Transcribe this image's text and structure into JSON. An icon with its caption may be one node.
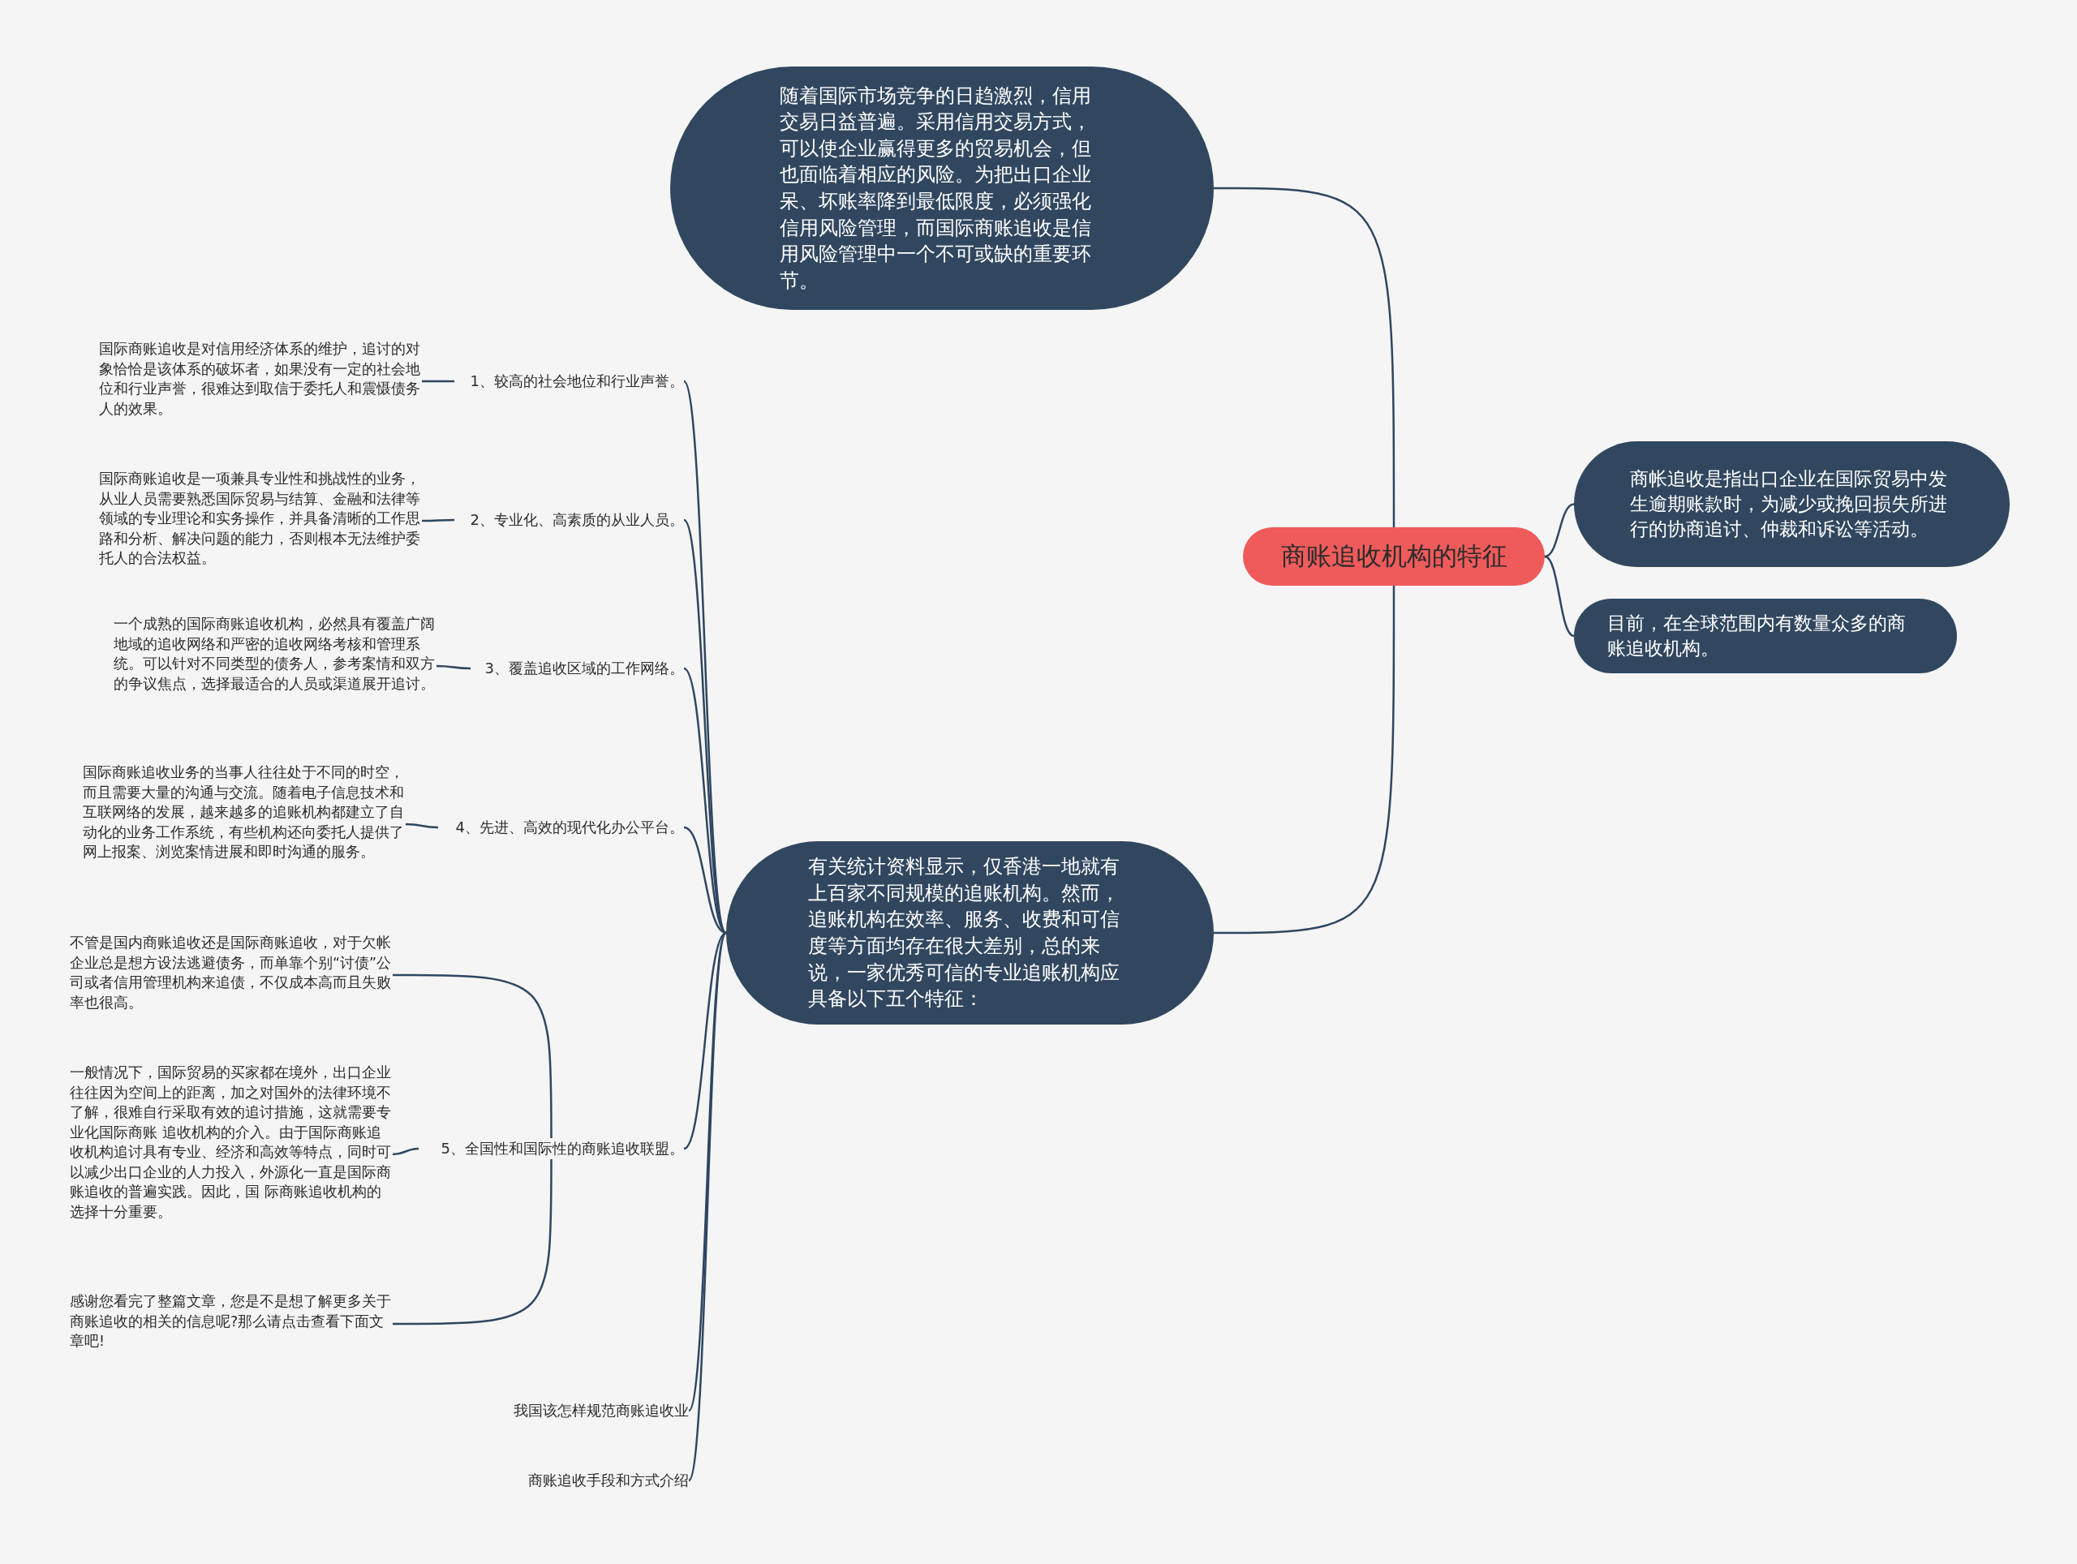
{
  "diagram": {
    "nodes": [
      {
        "text": [
          "商账追收机构的特征"
        ]
      },
      {
        "text": [
          "随着国际市场竞争的日趋激烈，信用交易日益普遍。采用信用交易方式，可以使企业赢得更多的贸易机会，但也面临着相应的风险。为把出口企业呆、坏账率降到最低限度，必须强化信用风险管理，而国际商账追收是信用风险管理中一个不可或缺的重要环节。"
        ]
      },
      {
        "text": [
          "商帐追收是指出口企业在国际贸易中发生逾期账款时，为减少或挽回损失所进行的协商追讨、仲裁和诉讼等活动。"
        ]
      },
      {
        "text": [
          "目前，在全球范围内有数量众多的商账追收机构。"
        ]
      },
      {
        "text": [
          "有关统计资料显示，仅香港一地就有上百家不同规模的追账机构。然而，追账机构在效率、服务、收费和可信度等方面均存在很大差别，总的来说，一家优秀可信的专业追账机构应具备以下五个特征："
        ]
      },
      {
        "text": [
          "1、较高的社会地位和行业声誉。"
        ]
      },
      {
        "text": [
          "国际商账追收是对信用经济体系的维护，追讨的对象恰恰是该体系的破坏者，如果没有一定的社会地位和行业声誉，很难达到取信于委托人和震慑债务人的效果。"
        ]
      },
      {
        "text": [
          "2、专业化、高素质的从业人员。"
        ]
      },
      {
        "text": [
          "国际商账追收是一项兼具专业性和挑战性的业务，从业人员需要熟悉国际贸易与结算、金融和法律等领域的专业理论和实务操作，并具备清晰的工作思路和分析、解决问题的能力，否则根本无法维护委托人的合法权益。"
        ]
      },
      {
        "text": [
          "3、覆盖追收区域的工作网络。"
        ]
      },
      {
        "text": [
          "一个成熟的国际商账追收机构，必然具有覆盖广阔地域的追收网络和严密的追收网络考核和管理系统。可以针对不同类型的债务人，参考案情和双方的争议焦点，选择最适合的人员或渠道展开追讨。"
        ]
      },
      {
        "text": [
          "4、先进、高效的现代化办公平台。"
        ]
      },
      {
        "text": [
          "国际商账追收业务的当事人往往处于不同的时空，而且需要大量的沟通与交流。随着电子信息技术和互联网络的发展，越来越多的追账机构都建立了自动化的业务工作系统，有些机构还向委托人提供了网上报案、浏览案情进展和即时沟通的服务。"
        ]
      },
      {
        "text": [
          "5、全国性和国际性的商账追收联盟。"
        ]
      },
      {
        "text": [
          "不管是国内商账追收还是国际商账追收，对于欠帐企业总是想方设法逃避债务，而单靠个别“讨债”公司或者信用管理机构来追债，不仅成本高而且失败率也很高。"
        ]
      },
      {
        "text": [
          "一般情况下，国际贸易的买家都在境外，出口企业往往因为空间上的距离，加之对国外的法律环境不了解，很难自行采取有效的追讨措施，这就需要专业化国际商账 追收机构的介入。由于国际商账追收机构追讨具有专业、经济和高效等特点，同时可以减少出口企业的人力投入，外源化一直是国际商账追收的普遍实践。因此，国 际商账追收机构的选择十分重要。"
        ]
      },
      {
        "text": [
          "感谢您看完了整篇文章，您是不是想了解更多关于商账追收的相关的信息呢?那么请点击查看下面文章吧!"
        ]
      },
      {
        "text": [
          "我国该怎样规范商账追收业"
        ]
      },
      {
        "text": [
          "商账追收手段和方式介绍"
        ]
      }
    ],
    "edges": [
      {
        "from": 0,
        "to": 1,
        "arrow": "none"
      },
      {
        "from": 0,
        "to": 2,
        "arrow": "none"
      },
      {
        "from": 0,
        "to": 3,
        "arrow": "none"
      },
      {
        "from": 0,
        "to": 4,
        "arrow": "none"
      },
      {
        "from": 4,
        "to": 5,
        "arrow": "none"
      },
      {
        "from": 4,
        "to": 7,
        "arrow": "none"
      },
      {
        "from": 4,
        "to": 9,
        "arrow": "none"
      },
      {
        "from": 4,
        "to": 11,
        "arrow": "none"
      },
      {
        "from": 4,
        "to": 13,
        "arrow": "none"
      },
      {
        "from": 4,
        "to": 17,
        "arrow": "none"
      },
      {
        "from": 4,
        "to": 18,
        "arrow": "none"
      },
      {
        "from": 5,
        "to": 6,
        "arrow": "none"
      },
      {
        "from": 7,
        "to": 8,
        "arrow": "none"
      },
      {
        "from": 9,
        "to": 10,
        "arrow": "none"
      },
      {
        "from": 11,
        "to": 12,
        "arrow": "none"
      },
      {
        "from": 13,
        "to": 14,
        "arrow": "none"
      },
      {
        "from": 13,
        "to": 15,
        "arrow": "none"
      },
      {
        "from": 13,
        "to": 16,
        "arrow": "none"
      }
    ]
  }
}
